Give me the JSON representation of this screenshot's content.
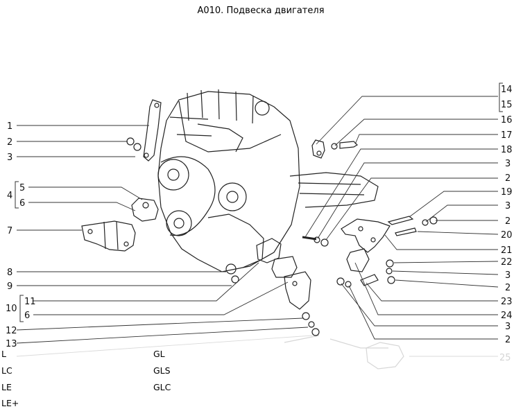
{
  "page": {
    "title": "A010. Подвеска двигателя"
  },
  "callouts_left": [
    "1",
    "2",
    "3",
    "4",
    "5",
    "6",
    "7",
    "8",
    "9",
    "10",
    "11",
    "6",
    "12",
    "13"
  ],
  "callouts_right": [
    "14",
    "15",
    "16",
    "17",
    "18",
    "3",
    "2",
    "19",
    "3",
    "2",
    "20",
    "21",
    "22",
    "3",
    "2",
    "23",
    "24",
    "3",
    "2",
    "25"
  ],
  "variants": {
    "col1": [
      "L",
      "LC",
      "LE",
      "LE+"
    ],
    "col2": [
      "GL",
      "GLS",
      "GLC"
    ]
  }
}
